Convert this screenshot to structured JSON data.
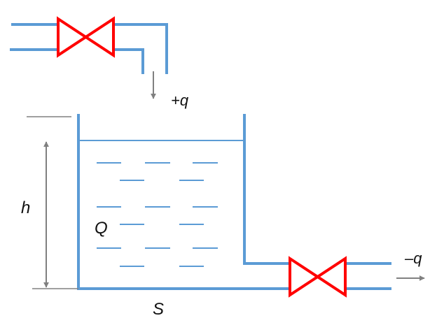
{
  "labels": {
    "inflow": "+q",
    "outflow": "–q",
    "height": "h",
    "volume": "Q",
    "area": "S"
  },
  "colors": {
    "pipe": "#5b9bd5",
    "valve": "#ff0000",
    "arrow": "#808080",
    "text": "#111111"
  },
  "icons": {
    "inlet_valve": "valve-icon",
    "outlet_valve": "valve-icon"
  }
}
